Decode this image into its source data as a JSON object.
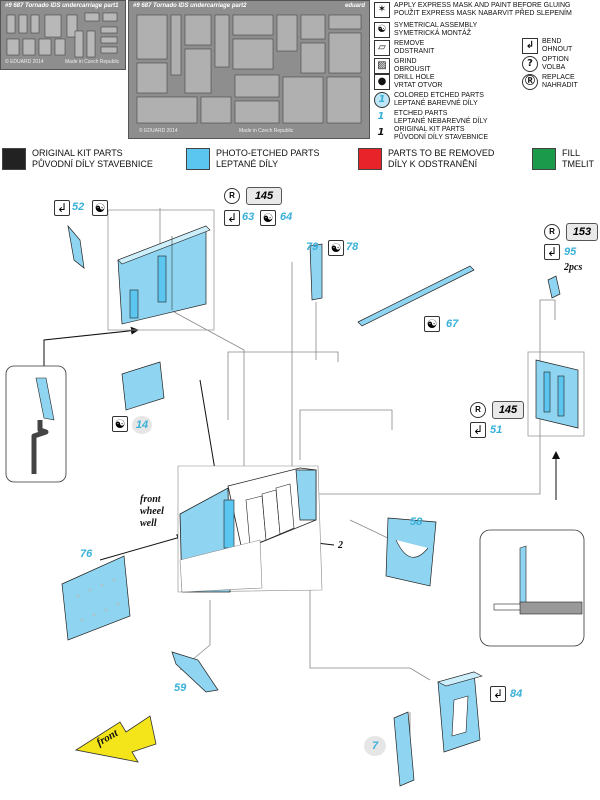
{
  "frets": {
    "left": {
      "header": "#9 687 Tornado IDS undercarriage part1",
      "footer_left": "© EDUARD 2014",
      "footer_right": "Made in Czech Republic"
    },
    "right": {
      "header": "#9 687 Tornado IDS undercarriage part2",
      "brand": "eduard",
      "footer_left": "© EDUARD 2014",
      "footer_right": "Made in Czech Republic"
    }
  },
  "legend": [
    {
      "icon": "star-icon",
      "glyph": "✶",
      "text": [
        "APPLY EXPRESS MASK AND PAINT BEFORE GLUING",
        "POUŽIT EXPRESS MASK NABARVIT PŘED SLEPENÍM"
      ]
    },
    {
      "icon": "symmetry-icon",
      "glyph": "☯",
      "text": [
        "SYMETRICAL ASSEMBLY",
        "SYMETRICKÁ MONTÁŽ"
      ]
    },
    {
      "icon": "remove-icon",
      "glyph": "▱",
      "text": [
        "REMOVE",
        "ODSTRANIT"
      ]
    },
    {
      "icon": "grind-icon",
      "glyph": "▨",
      "text": [
        "GRIND",
        "OBROUSIT"
      ]
    },
    {
      "icon": "drill-icon",
      "glyph": "●",
      "text": [
        "DRILL HOLE",
        "VRTAT OTVOR"
      ]
    },
    {
      "icon": "colored-part-icon",
      "glyph": "1",
      "text": [
        "COLORED ETCHED PARTS",
        "LEPTANÉ BAREVNÉ DÍLY"
      ]
    },
    {
      "icon": "etched-part-icon",
      "glyph": "1",
      "text": [
        "ETCHED PARTS",
        "LEPTANÉ NEBAREVNÉ DÍLY"
      ]
    },
    {
      "icon": "kit-part-icon",
      "glyph": "1",
      "text": [
        "ORIGINAL KIT PARTS",
        "PŮVODNÍ DÍLY STAVEBNICE"
      ]
    },
    {
      "icon": "bend-icon",
      "glyph": "↲",
      "text": [
        "BEND",
        "OHNOUT"
      ]
    },
    {
      "icon": "option-icon",
      "glyph": "?",
      "text": [
        "OPTION",
        "VOLBA"
      ]
    },
    {
      "icon": "replace-icon",
      "glyph": "Ⓡ",
      "text": [
        "REPLACE",
        "NAHRADIT"
      ]
    }
  ],
  "colors": {
    "kit": "#222222",
    "etched": "#5bc6ef",
    "remove": "#e8242a",
    "fill": "#1a9a4a",
    "part_blue": "#8fd4f0",
    "number_blue": "#3ab0d8"
  },
  "key": [
    {
      "name": "original-kit-parts",
      "color": "#222222",
      "line1": "ORIGINAL KIT PARTS",
      "line2": "PŮVODNÍ DÍLY STAVEBNICE"
    },
    {
      "name": "photo-etched-parts",
      "color": "#5bc6ef",
      "line1": "PHOTO-ETCHED PARTS",
      "line2": "LEPTANÉ DÍLY"
    },
    {
      "name": "parts-to-remove",
      "color": "#e8242a",
      "line1": "PARTS TO BE REMOVED",
      "line2": "DÍLY K ODSTRANĚNÍ"
    },
    {
      "name": "fill",
      "color": "#1a9a4a",
      "line1": "FILL",
      "line2": "TMELIT"
    }
  ],
  "parts": {
    "p52": "52",
    "p63": "63",
    "p64": "64",
    "p145a": "145",
    "p79": "79",
    "p78": "78",
    "p67": "67",
    "p153": "153",
    "p95": "95",
    "pcs": "2pcs",
    "p145b": "145",
    "p51": "51",
    "p14": "14",
    "p76": "76",
    "p58": "58",
    "p2": "2",
    "p59": "59",
    "p84": "84",
    "p7": "7",
    "replace_glyph": "R"
  },
  "labels": {
    "wheel_well": [
      "front",
      "wheel",
      "well"
    ],
    "front_arrow": "front"
  }
}
